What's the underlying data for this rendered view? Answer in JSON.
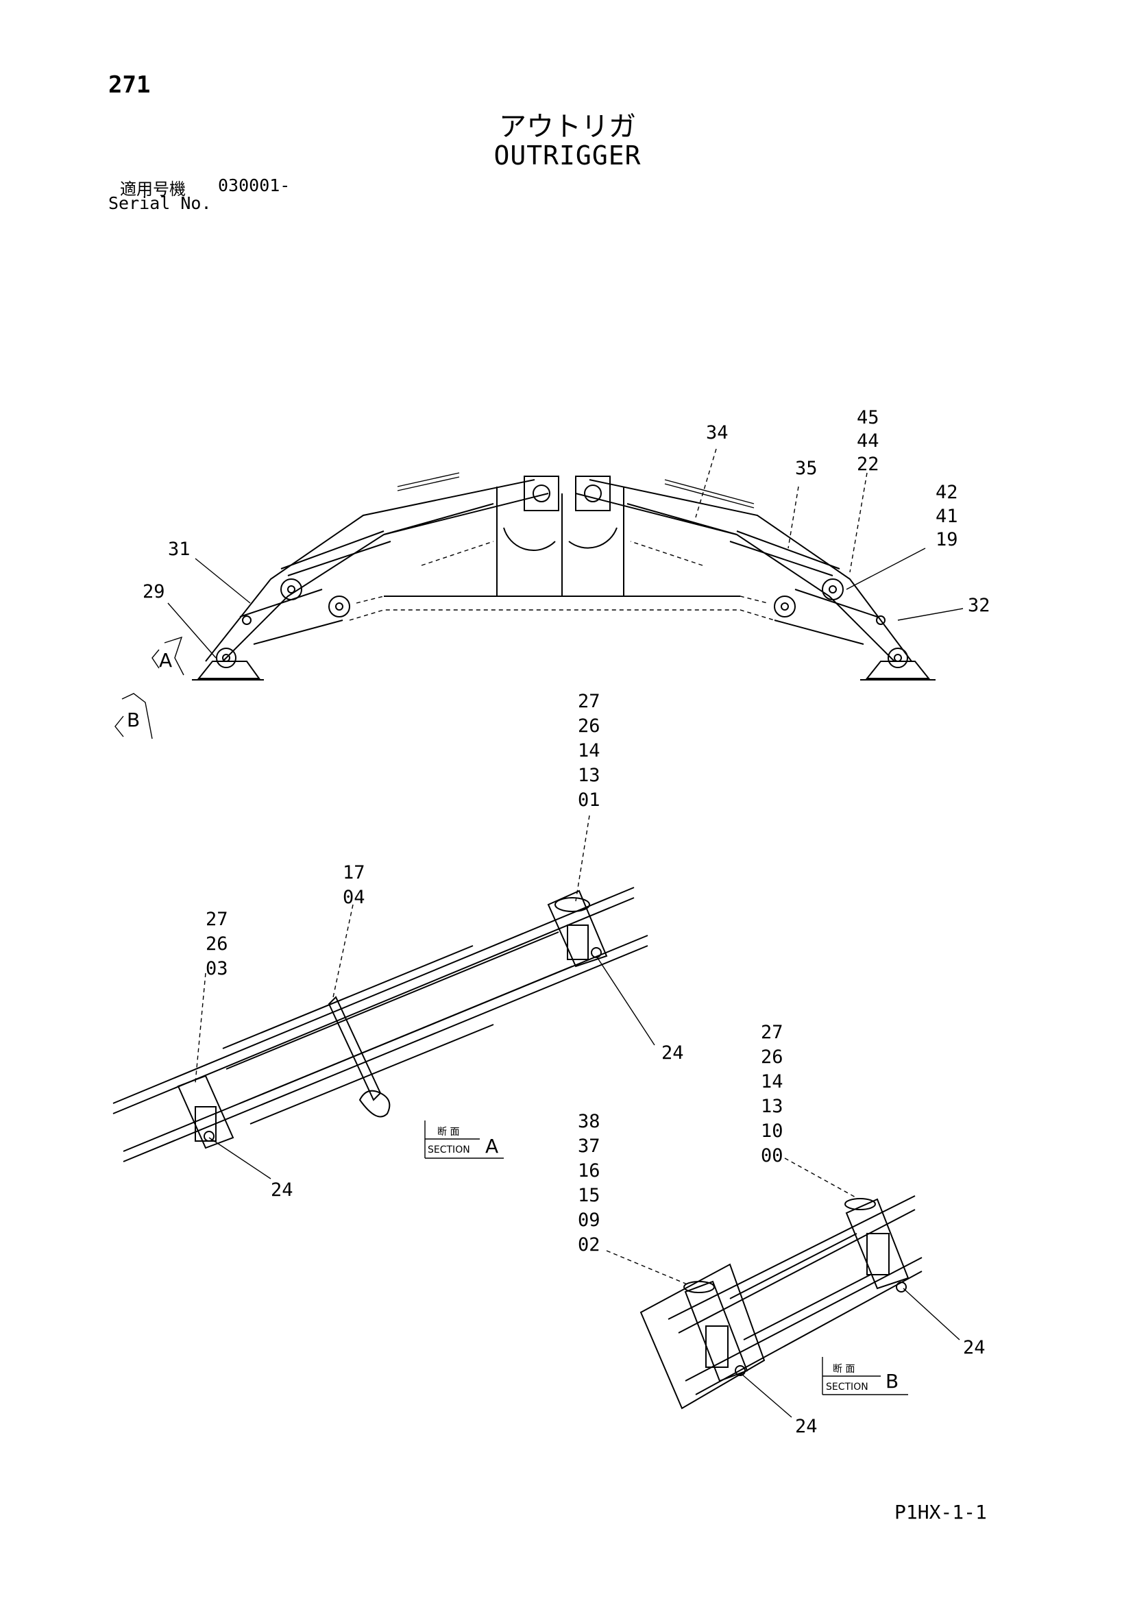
{
  "header": {
    "page_number": "271",
    "title_ja": "アウトリガ",
    "title_en": "OUTRIGGER",
    "serial_label_ja": "適用号機",
    "serial_value": "030001-",
    "serial_label_en": "Serial No."
  },
  "footer": {
    "code": "P1HX-1-1"
  },
  "views": {
    "view_a": "A",
    "view_b": "B"
  },
  "sections": {
    "a": {
      "ja": "断 面",
      "en": "SECTION",
      "letter": "A"
    },
    "b": {
      "ja": "断 面",
      "en": "SECTION",
      "letter": "B"
    }
  },
  "callouts": {
    "c34": "34",
    "c35": "35",
    "c45": "45",
    "c44": "44",
    "c22": "22",
    "c42": "42",
    "c41": "41",
    "c19": "19",
    "c31": "31",
    "c29": "29",
    "c32": "32",
    "grp1": [
      "27",
      "26",
      "14",
      "13",
      "01"
    ],
    "grp2": [
      "17",
      "04"
    ],
    "grp3": [
      "27",
      "26",
      "03"
    ],
    "grp4": [
      "27",
      "26",
      "14",
      "13",
      "10",
      "00"
    ],
    "grp5": [
      "38",
      "37",
      "16",
      "15",
      "09",
      "02"
    ],
    "c24a": "24",
    "c24b": "24",
    "c24c": "24",
    "c24d": "24"
  }
}
